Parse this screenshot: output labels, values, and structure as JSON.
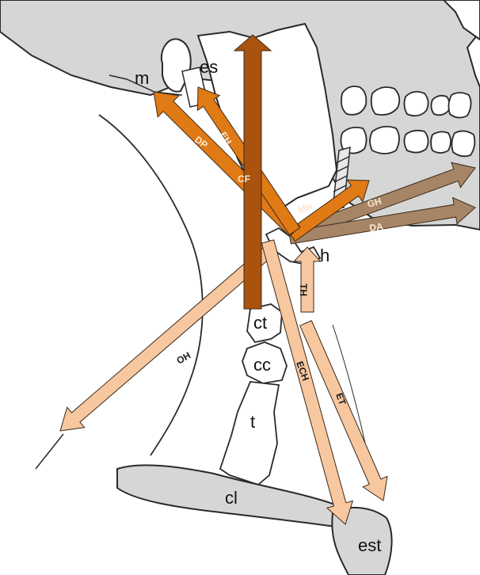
{
  "colors": {
    "bone_gray": "#d6d6d6",
    "outline": "#2a2a2a",
    "orange": "#e07a14",
    "dark_brown": "#a9530f",
    "tan": "#a68566",
    "light_peach": "#f7c7a0"
  },
  "structure_labels": {
    "m": "m",
    "es": "es",
    "h": "h",
    "ct": "ct",
    "cc": "cc",
    "t": "t",
    "cl": "cl",
    "est": "est"
  },
  "muscle_labels": {
    "DP": "DP",
    "EH": "EH",
    "CF": "CF",
    "MH": "MH",
    "GH": "GH",
    "DA": "DA",
    "TH": "TH",
    "OH": "OH",
    "ECH": "ECH",
    "ET": "ET"
  }
}
